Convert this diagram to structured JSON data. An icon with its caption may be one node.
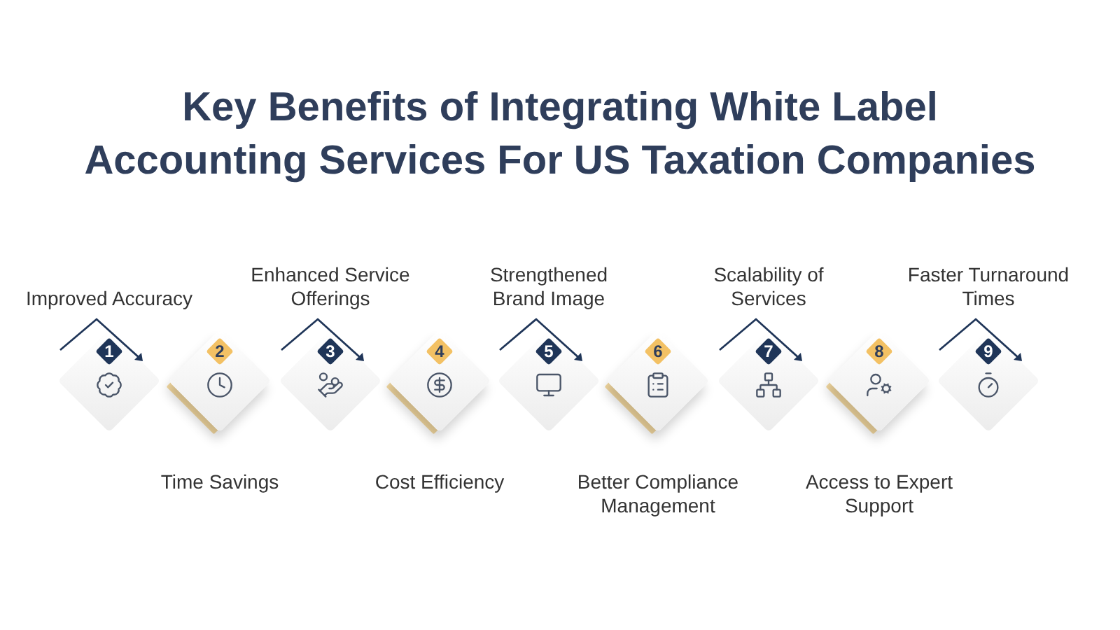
{
  "diagram": {
    "title": "Key Benefits of Integrating White Label Accounting Services For US Taxation Companies",
    "nodes": [
      {
        "text": [
          "1"
        ],
        "beside": [
          "Improved Accuracy"
        ]
      },
      {
        "text": [
          "2"
        ],
        "beside": [
          "Time Savings"
        ]
      },
      {
        "text": [
          "3"
        ],
        "beside": [
          "Enhanced Service Offerings"
        ]
      },
      {
        "text": [
          "4"
        ],
        "beside": [
          "Cost Efficiency"
        ]
      },
      {
        "text": [
          "5"
        ],
        "beside": [
          "Strengthened Brand Image"
        ]
      },
      {
        "text": [
          "6"
        ],
        "beside": [
          "Better Compliance Management"
        ]
      },
      {
        "text": [
          "7"
        ],
        "beside": [
          "Scalability of Services"
        ]
      },
      {
        "text": [
          "8"
        ],
        "beside": [
          "Access to Expert Support"
        ]
      },
      {
        "text": [
          "9"
        ],
        "beside": [
          "Faster Turnaround Times"
        ]
      }
    ]
  }
}
